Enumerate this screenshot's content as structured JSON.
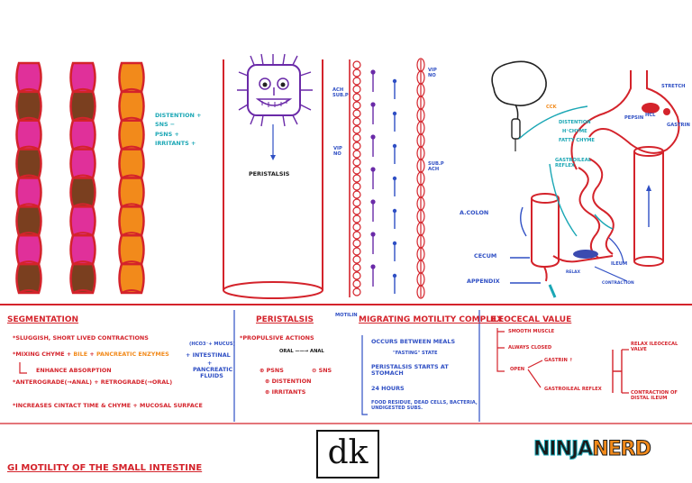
{
  "colors": {
    "red": "#d4232b",
    "blue": "#2f4fc4",
    "pink": "#e0309a",
    "brown": "#7a3f1f",
    "orange": "#f28a1b",
    "teal": "#1ba7b5",
    "purple": "#6a2aa8"
  },
  "top_left": {
    "stimuli": [
      {
        "label": "DISTENTION",
        "sign": "+"
      },
      {
        "label": "SNS",
        "sign": "−"
      },
      {
        "label": "PSNS",
        "sign": "+"
      },
      {
        "label": "IRRITANTS",
        "sign": "+"
      }
    ]
  },
  "top_middle": {
    "peristalsis_label": "PERISTALSIS",
    "ach_subp": "ACH SUB.P",
    "vip_no_left": "VIP NO",
    "vip_no_right": "VIP NO",
    "subp_ach": "SUB.P ACH"
  },
  "top_right": {
    "labels": {
      "ccK": "CCK",
      "distention": "DISTENTION",
      "h_chyme": "H⁺CHYME",
      "fatty_chyme": "FATTY CHYME",
      "gastroileal_reflex": "GASTROILEAL REFLEX",
      "a_colon": "A.COLON",
      "cecum": "CECUM",
      "appendix": "APPENDIX",
      "ileum": "ILEUM",
      "stretch": "STRETCH",
      "gastrin": "GASTRIN",
      "pepsin": "PEPSIN",
      "hcl": "HCL",
      "contraction": "CONTRACTION",
      "relax": "RELAX"
    }
  },
  "segmentation": {
    "title": "SEGMENTATION",
    "line1": "*SLUGGISH, SHORT LIVED CONTRACTIONS",
    "line2_a": "*MIXING CHYME +",
    "line2_bile": "BILE",
    "line2_plus": "+",
    "line2_enz": "PANCREATIC ENZYMES",
    "hco3": "(HCO3⁻+ MUCUS)",
    "intestinal": "+ INTESTINAL",
    "plus2": "+",
    "pancreatic_fluids": "PANCREATIC FLUIDS",
    "enhance": "ENHANCE ABSORPTION",
    "line4": "*ANTEROGRADE(→ANAL) + RETROGRADE(→ORAL)",
    "line5": "*INCREASES CINTACT TIME & CHYME + MUCOSAL SURFACE"
  },
  "peristalsis": {
    "title": "PERISTALSIS",
    "motilin": "MOTILIN",
    "propulsive": "*PROPULSIVE ACTIONS",
    "oral_anal": "ORAL ——→ ANAL",
    "psns": "PSNS",
    "sns": "SNS",
    "distention": "DISTENTION",
    "irritants": "IRRITANTS"
  },
  "mmc": {
    "title": "MIGRATING MOTILITY COMPLEX",
    "items": [
      "OCCURS BETWEEN MEALS",
      "\"FASTING\" STATE",
      "PERISTALSIS STARTS AT STOMACH",
      "24 HOURS",
      "FOOD RESIDUE, DEAD CELLS, BACTERIA, UNDIGESTED SUBS."
    ]
  },
  "ileocecal": {
    "title": "ILEOCECAL VALUE",
    "smooth": "SMOOTH MUSCLE",
    "always_closed": "ALWAYS CLOSED",
    "open": "OPEN",
    "gastrin": "GASTRIN ↑",
    "gastroileal": "GASTROILEAL REFLEX",
    "relax": "RELAX ILEOCECAL VALVE",
    "contraction": "CONTRACTION OF DISTAL ILEUM"
  },
  "footer": {
    "title": "GI MOTILITY OF THE SMALL INTESTINE",
    "logo_dk": "dk",
    "brand_ninja": "NINJA",
    "brand_nerd": "NERD"
  }
}
